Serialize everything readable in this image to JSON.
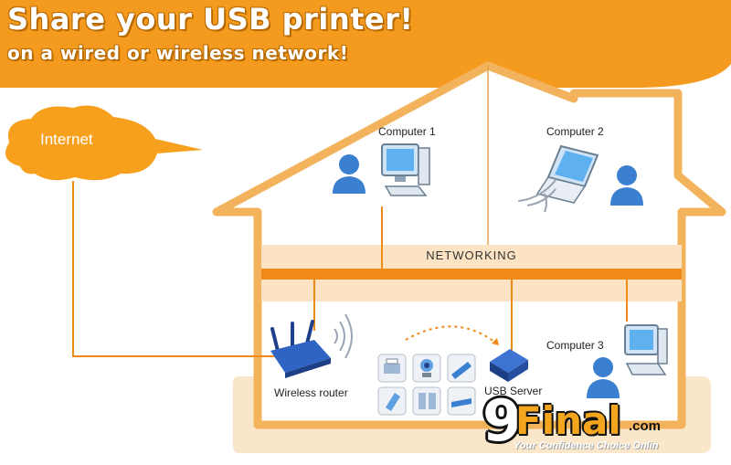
{
  "header": {
    "title": "Share your USB printer!",
    "subtitle": "on a wired or wireless network!"
  },
  "labels": {
    "internet": "Internet",
    "computer1": "Computer 1",
    "computer2": "Computer 2",
    "computer3": "Computer 3",
    "networking": "NETWORKING",
    "wireless_router": "Wireless router",
    "usb_server": "USB Server"
  },
  "brand": {
    "nine": "9",
    "name": "Final",
    "tld": ".com",
    "tagline": "Your Confidence Choice Onlin"
  },
  "colors": {
    "accent": "#f39a1f",
    "house_fill": "#ffffff",
    "band": "#fbe3c3",
    "ground": "#fae6c8",
    "link": "#f08a16",
    "device_blue": "#2f64c4"
  },
  "icons": [
    "user-icon",
    "desktop-computer-icon",
    "laptop-icon",
    "wireless-waves-icon",
    "router-icon",
    "usb-server-icon",
    "printer-icon",
    "webcam-icon",
    "usb-stick-icon",
    "scanner-icon",
    "speaker-icon",
    "cloud-icon"
  ]
}
